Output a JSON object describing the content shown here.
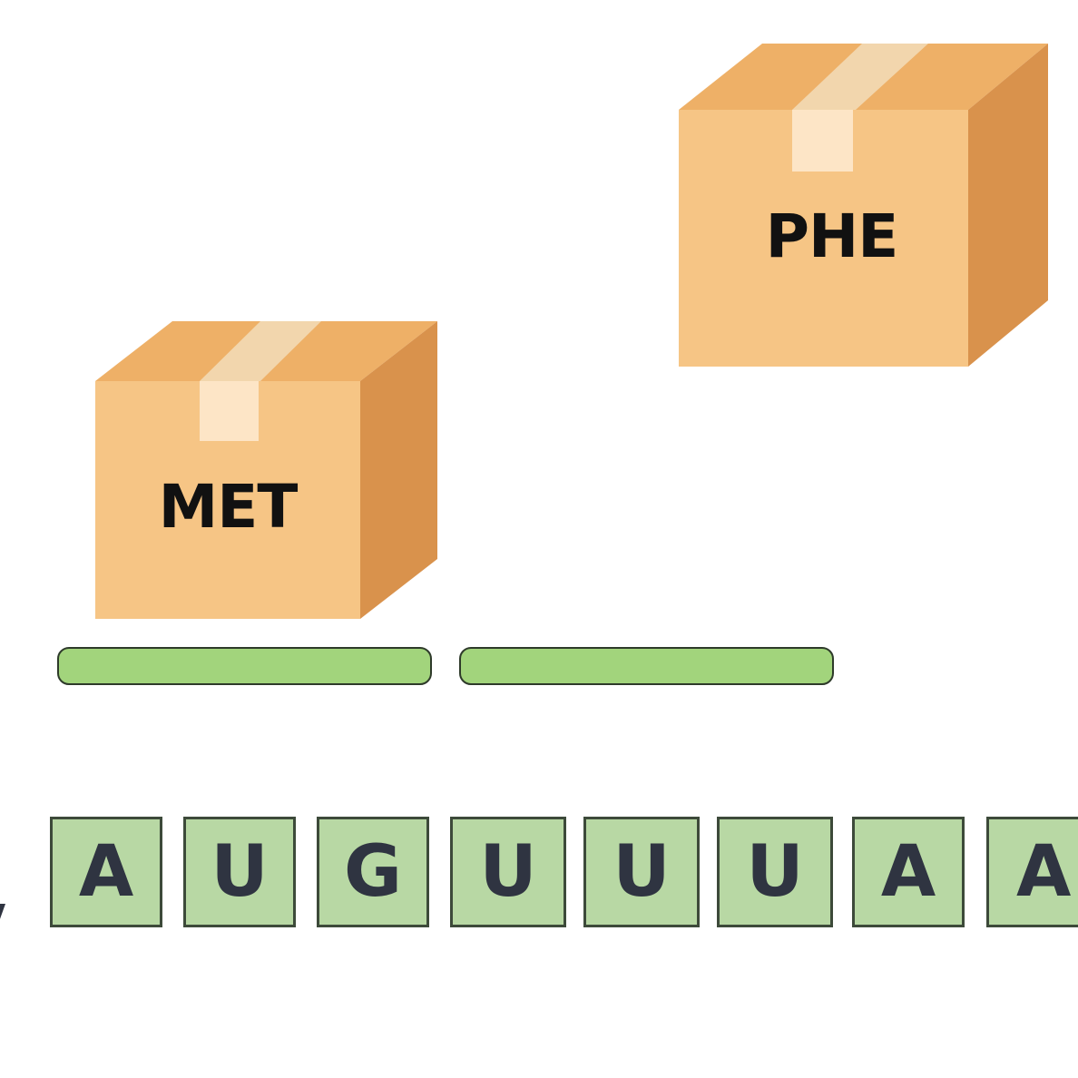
{
  "boxes": [
    {
      "id": "met",
      "label": "MET"
    },
    {
      "id": "phe",
      "label": "PHE"
    }
  ],
  "mrna": {
    "nucleotides": [
      "A",
      "U",
      "G",
      "U",
      "U",
      "U",
      "A",
      "A"
    ]
  },
  "colors": {
    "box_front": "#f6c585",
    "box_top": "#eeb067",
    "box_side": "#d9924c",
    "tape": "#f2d6ad",
    "tape_front": "#fde5c6",
    "trna_fill": "#a2d47c",
    "nucleotide_fill": "#b8d8a4",
    "nucleotide_text": "#2f3441"
  }
}
